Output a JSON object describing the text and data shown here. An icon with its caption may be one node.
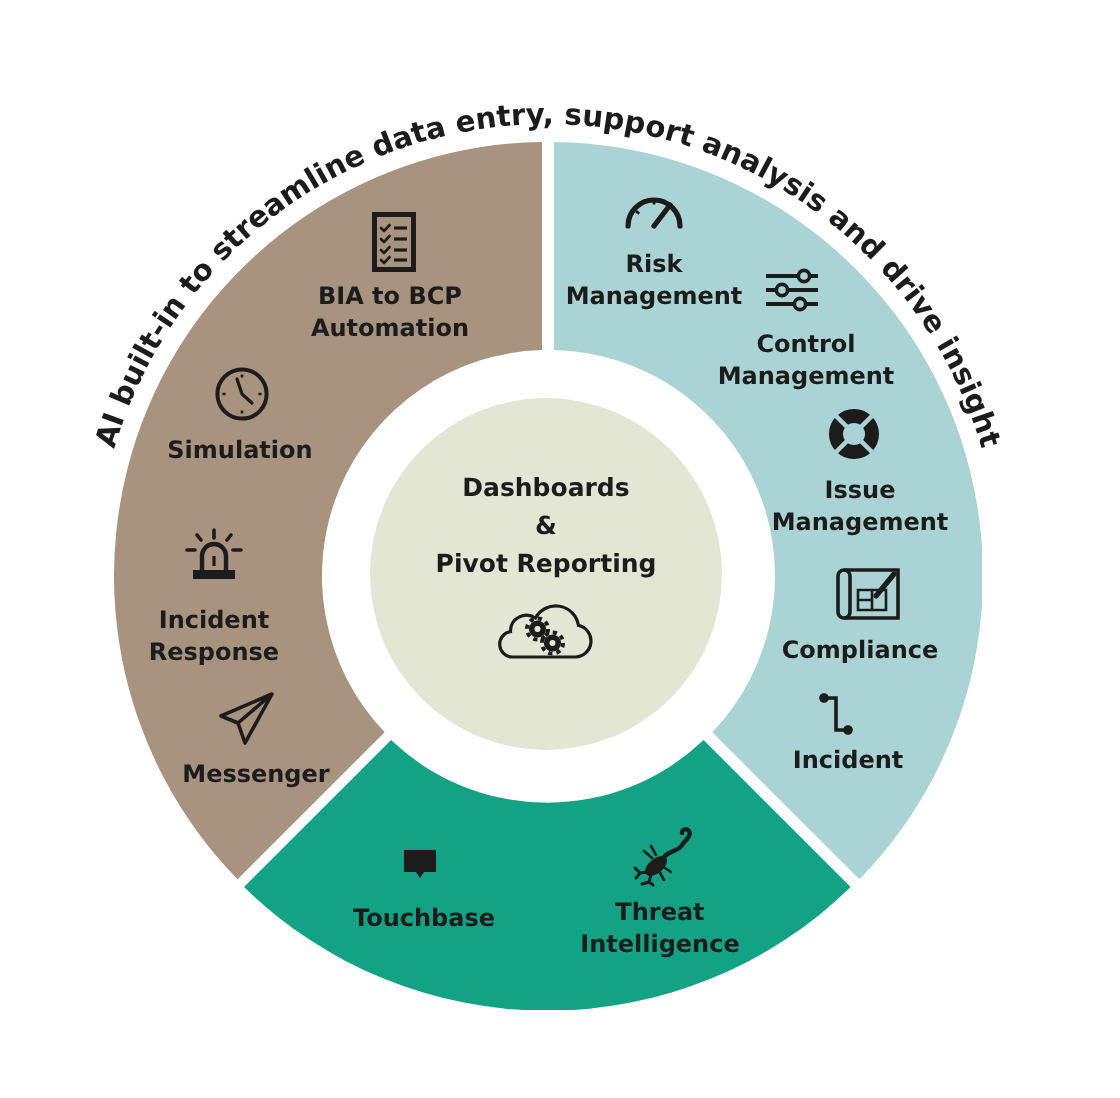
{
  "diagram": {
    "title": "AI built-in to streamline data entry, support analysis and drive insight",
    "nodes": [
      {
        "text": [
          "BIA to BCP Automation",
          "Simulation",
          "Incident Response",
          "Messenger"
        ]
      },
      {
        "text": [
          "Risk Management",
          "Control Management",
          "Issue Management",
          "Compliance",
          "Incident"
        ]
      },
      {
        "text": [
          "Dashboards & Pivot Reporting"
        ]
      },
      {
        "text": [
          "Touchbase",
          "Threat Intelligence"
        ]
      }
    ]
  }
}
